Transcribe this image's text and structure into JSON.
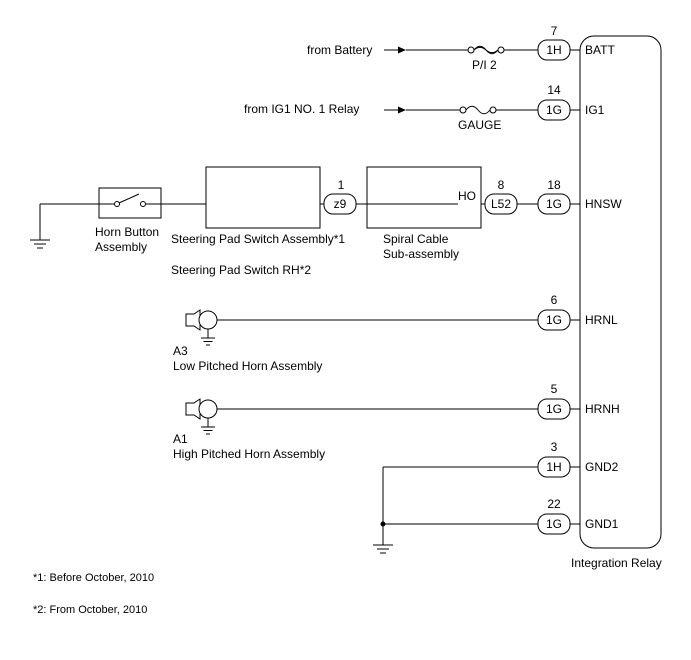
{
  "relay": {
    "name": "Integration Relay"
  },
  "terminals": [
    {
      "pin": "7",
      "connector": "1H",
      "name": "BATT"
    },
    {
      "pin": "14",
      "connector": "1G",
      "name": "IG1"
    },
    {
      "pin": "18",
      "connector": "1G",
      "name": "HNSW"
    },
    {
      "pin": "6",
      "connector": "1G",
      "name": "HRNL"
    },
    {
      "pin": "5",
      "connector": "1G",
      "name": "HRNH"
    },
    {
      "pin": "3",
      "connector": "1H",
      "name": "GND2"
    },
    {
      "pin": "22",
      "connector": "1G",
      "name": "GND1"
    }
  ],
  "sources": {
    "battery": "from Battery",
    "ig1": "from IG1 NO. 1 Relay"
  },
  "fuses": {
    "pi2": "P/I 2",
    "gauge": "GAUGE"
  },
  "components": {
    "horn_button": [
      "Horn Button",
      "Assembly"
    ],
    "steering_pad": "Steering Pad Switch Assembly*1",
    "steering_pad_rh": "Steering Pad Switch RH*2",
    "spiral_cable": [
      "Spiral Cable",
      "Sub-assembly"
    ],
    "spiral_cable_pin": "HO",
    "z9": {
      "pin": "1",
      "connector": "z9"
    },
    "l52": {
      "pin": "8",
      "connector": "L52"
    },
    "low_horn": {
      "code": "A3",
      "name": "Low Pitched Horn Assembly"
    },
    "high_horn": {
      "code": "A1",
      "name": "High Pitched Horn Assembly"
    }
  },
  "notes": [
    "*1: Before October, 2010",
    "*2: From October, 2010"
  ]
}
